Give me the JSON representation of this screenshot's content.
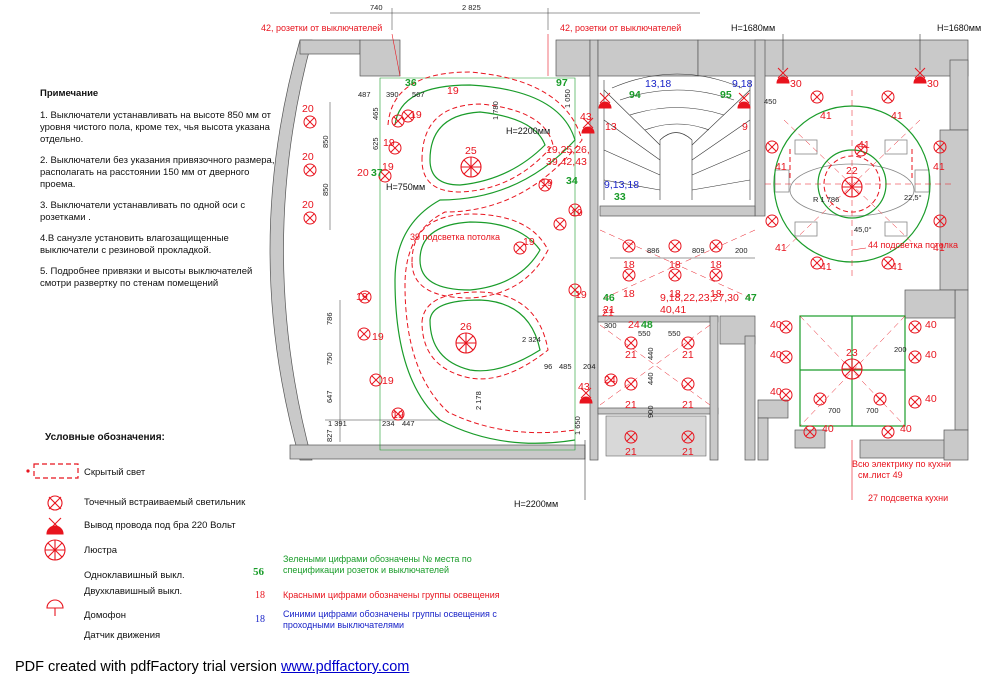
{
  "notes": {
    "title": "Примечание",
    "items": [
      "1. Выключатели устанавливать на высоте 850 мм от уровня чистого пола, кроме тех, чья высота указана отдельно.",
      "2. Выключатели без указания привязочного размера, располагать на расстоянии 150 мм от дверного проема.",
      "3. Выключатели устанавливать по одной оси с розетками .",
      "4.В санузле установить влагозащищенные выключатели с резиновой прокладкой.",
      "5. Подробнее привязки и высоты выключателей смотри развертку по стенам помещений"
    ]
  },
  "legend": {
    "title": "Условные обозначения:",
    "hidden_light": "Скрытый свет",
    "spotlight": "Точечный встраиваемый светильник",
    "sconce": "Вывод провода под бра 220 Вольт",
    "chandelier": "Люстра",
    "switch1": "Одноклавишный выкл.",
    "switch2": "Двухклавишный   выкл.",
    "intercom": "Домофон",
    "motion": "Датчик движения"
  },
  "color_notes": {
    "green_num": "56",
    "green_text": "Зелеными цифрами обозначены № места по спецификации розеток и выключателей",
    "red_num": "18",
    "red_text": "Красными цифрами обозначены группы освещения",
    "blue_num": "18",
    "blue_text": "Синими цифрами обозначены группы освещения с проходными выключателями"
  },
  "callouts": {
    "sockets_left": "42, розетки от выключателей",
    "sockets_right": "42, розетки от выключателей",
    "h1680_a": "H=1680мм",
    "h1680_b": "H=1680мм",
    "h2200_top": "H=2200мм",
    "h750": "H=750мм",
    "h2200_bottom": "H=2200мм",
    "ceiling_39": "39 подсветка потолка",
    "ceiling_44": "44 подсветка потолка",
    "kitchen_elec_1": "Всю электрику по кухни",
    "kitchen_elec_2": "см.лист 49",
    "kitchen_27": "27 подсветка кухни",
    "group_19": "19,25,26,",
    "group_19b": "39,42,43",
    "group_9": "9,18,22,23,27,30",
    "group_9b": "40,41",
    "blue_913": "9,13,18",
    "blue_1318": "13,18",
    "blue_918": "9,18"
  },
  "dims": {
    "d740": "740",
    "d2825": "2 825",
    "d2324": "2 324",
    "d886": "886",
    "d809": "809",
    "d200a": "200",
    "d1391": "1 391",
    "d234": "234",
    "d447": "447",
    "d786": "786",
    "d750": "750",
    "d647": "647",
    "d827": "827",
    "d2178": "2 178",
    "d1650": "1 650",
    "d1780": "1 780",
    "d1050": "1 050",
    "d700a": "700",
    "d700b": "700",
    "d550a": "550",
    "d550b": "550",
    "d300": "300",
    "d440a": "440",
    "d440b": "440",
    "d450": "450",
    "d850a": "850",
    "d850b": "850",
    "d487": "487",
    "d390": "390",
    "d567": "567",
    "d485": "485",
    "d96": "96",
    "d204": "204",
    "d200b": "200",
    "r1786": "R 1 786",
    "a45": "45,0°",
    "a225": "22,5°",
    "d465": "465",
    "d625": "625",
    "d900": "900"
  },
  "footer": {
    "text": "PDF created with pdfFactory trial version ",
    "link": "www.pdffactory.com"
  },
  "colors": {
    "red": "#e8141e",
    "green": "#1a9c2a",
    "blue": "#1a24c8",
    "wall": "#c9c9c9"
  }
}
